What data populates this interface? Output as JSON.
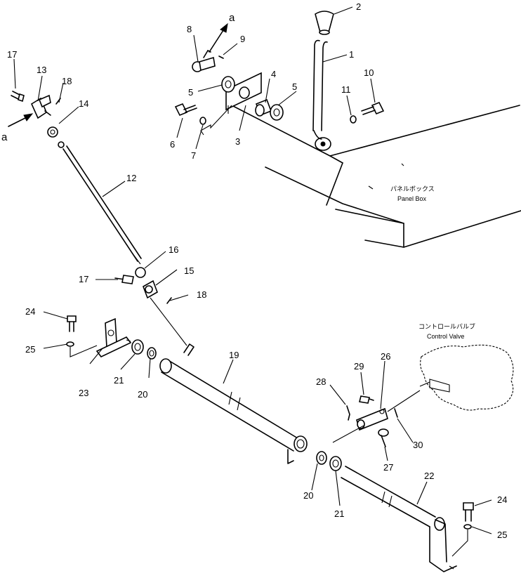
{
  "callouts": {
    "n1": "1",
    "n2": "2",
    "n3": "3",
    "n4": "4",
    "n5a": "5",
    "n5b": "5",
    "n6": "6",
    "n7": "7",
    "n8": "8",
    "n9": "9",
    "n10": "10",
    "n11": "11",
    "n12": "12",
    "n13": "13",
    "n14": "14",
    "n15": "15",
    "n16": "16",
    "n17a": "17",
    "n17b": "17",
    "n18a": "18",
    "n18b": "18",
    "n19": "19",
    "n20a": "20",
    "n20b": "20",
    "n21a": "21",
    "n21b": "21",
    "n22": "22",
    "n23": "23",
    "n24a": "24",
    "n24b": "24",
    "n25a": "25",
    "n25b": "25",
    "n26": "26",
    "n27": "27",
    "n28": "28",
    "n29": "29",
    "n30": "30"
  },
  "refs": {
    "a_top": "a",
    "a_left": "a"
  },
  "notes": {
    "panel_box_jp": "パネルボックス",
    "panel_box_en": "Panel Box",
    "control_valve_jp": "コントロールバルブ",
    "control_valve_en": "Control Valve"
  }
}
